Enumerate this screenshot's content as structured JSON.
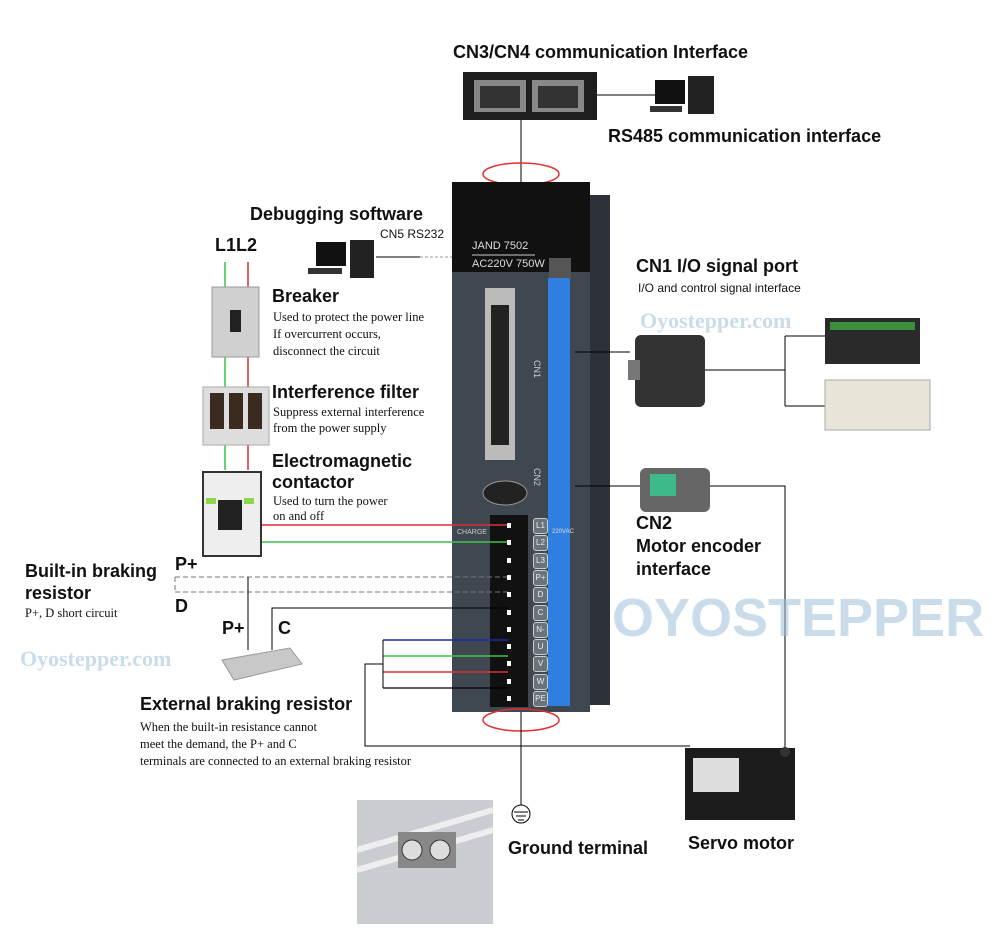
{
  "cn34": {
    "title": "CN3/CN4 communication Interface",
    "rs485": "RS485 communication interface"
  },
  "debug": {
    "title": "Debugging software",
    "port": "CN5 RS232"
  },
  "power": {
    "label": "L1L2"
  },
  "breaker": {
    "title": "Breaker",
    "lines": [
      "Used to protect the power line",
      "If overcurrent occurs,",
      "disconnect the circuit"
    ]
  },
  "filter": {
    "title": "Interference filter",
    "lines": [
      "Suppress external interference",
      "from the power supply"
    ]
  },
  "contactor": {
    "title": [
      "Electromagnetic",
      "contactor"
    ],
    "lines": [
      "Used to turn the power",
      "on and off"
    ]
  },
  "builtin": {
    "title": [
      "Built-in braking",
      "resistor"
    ],
    "note": "P+,  D short circuit",
    "p": "P+",
    "d": "D"
  },
  "external": {
    "p": "P+",
    "c": "C",
    "title": "External braking resistor",
    "lines": [
      "When the built-in resistance cannot",
      "meet the demand, the P+ and C",
      "terminals are connected to an external braking resistor"
    ]
  },
  "drive": {
    "model": "JAND 7502",
    "rating": "AC220V  750W",
    "cn1": "CN1",
    "cn2": "CN2",
    "charge": "CHARGE",
    "vac": "220VAC",
    "terminals": [
      "L1",
      "L2",
      "L3",
      "P+",
      "D",
      "C",
      "N-",
      "U",
      "V",
      "W",
      "PE"
    ]
  },
  "cn1": {
    "title": "CN1   I/O signal port",
    "sub": "I/O and control signal interface"
  },
  "cn2": {
    "lines": [
      "CN2",
      "Motor encoder",
      "interface"
    ]
  },
  "ground": {
    "label": "Ground terminal"
  },
  "motor": {
    "label": "Servo motor"
  },
  "watermark": {
    "brand": "Oyostepper.com",
    "big": "OYOSTEPPER"
  },
  "colors": {
    "red": "#d8303a",
    "green": "#3cc34a",
    "blue": "#1a2aa8",
    "drive": "#3f4750",
    "stripe": "#2f7fe0"
  }
}
